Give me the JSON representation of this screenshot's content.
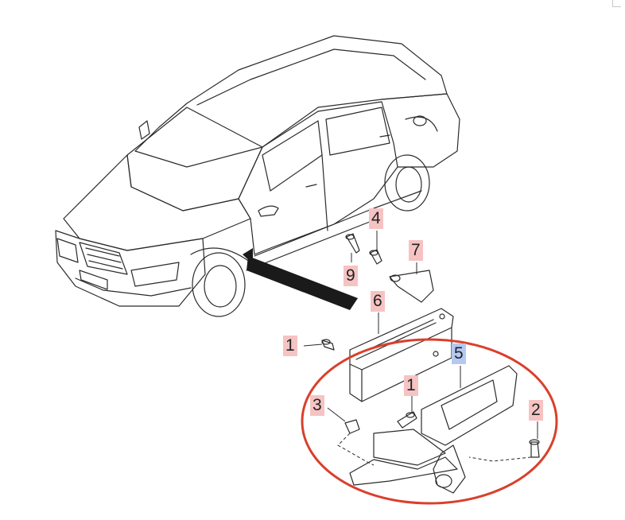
{
  "diagram": {
    "callouts": [
      {
        "id": "c4",
        "label": "4",
        "style": "pink"
      },
      {
        "id": "c7",
        "label": "7",
        "style": "pink"
      },
      {
        "id": "c9",
        "label": "9",
        "style": "pink"
      },
      {
        "id": "c6",
        "label": "6",
        "style": "pink"
      },
      {
        "id": "c1a",
        "label": "1",
        "style": "pink"
      },
      {
        "id": "c5",
        "label": "5",
        "style": "blue"
      },
      {
        "id": "c1b",
        "label": "1",
        "style": "pink"
      },
      {
        "id": "c3",
        "label": "3",
        "style": "pink"
      },
      {
        "id": "c2",
        "label": "2",
        "style": "pink"
      }
    ],
    "colors": {
      "callout_pink": "#f6c3c3",
      "callout_blue": "#b3c9f2",
      "highlight_ellipse": "#d9402c",
      "line": "#2b2b2b"
    }
  }
}
